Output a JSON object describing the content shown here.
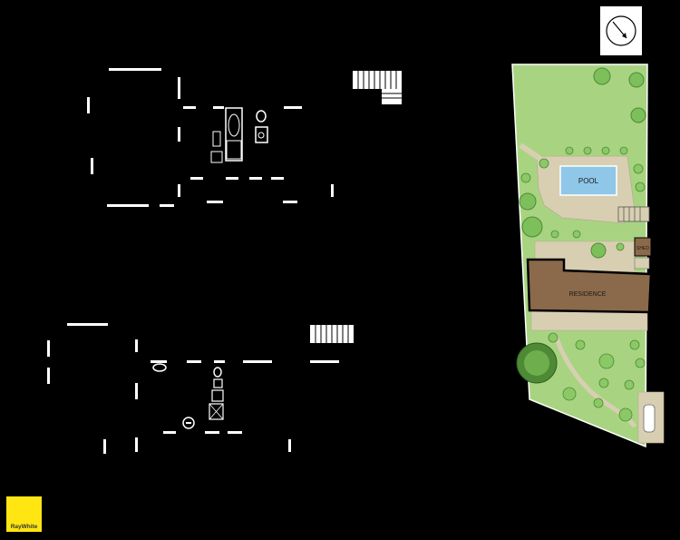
{
  "site_plan": {
    "pool_label": "POOL",
    "residence_label": "RESIDENCE",
    "shed_label": "SHED"
  },
  "branding": {
    "logo_text": "RayWhite",
    "logo_color": "#FFE512"
  },
  "colors": {
    "background": "#000000",
    "lawn": "#A8D482",
    "paving": "#D8CFB2",
    "residence": "#8A6A4A",
    "pool_water": "#8EC7E8",
    "walls": "#FFFFFF"
  }
}
